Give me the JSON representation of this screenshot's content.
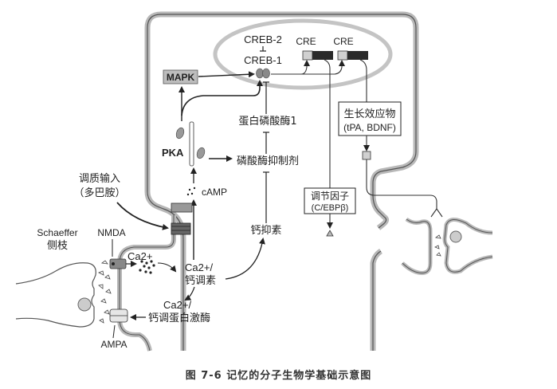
{
  "figure": {
    "caption": "图 7-6   记忆的分子生物学基础示意图"
  },
  "nucleus": {
    "creb2": "CREB-2",
    "creb1": "CREB-1",
    "cre_left": "CRE",
    "cre_right": "CRE"
  },
  "cytoplasm": {
    "mapk": "MAPK",
    "pka": "PKA",
    "camp": "cAMP",
    "pp1": "蛋白磷酸酶1",
    "phosphatase_inhibitor": "磷酸酶抑制剂",
    "calcineurin": "钙抑素",
    "ca_calmodulin_line1": "Ca2+/",
    "ca_calmodulin_line2": "钙调素",
    "camk_line1": "Ca2+/",
    "camk_line2": "钙调蛋白激酶",
    "ca_ion": "Ca2+"
  },
  "boxes": {
    "regulator_line1": "调节因子",
    "regulator_line2": "(C/EBPβ)",
    "growth_line1": "生长效应物",
    "growth_line2": "(tPA, BDNF)"
  },
  "synapse": {
    "modulatory_line1": "调质输入",
    "modulatory_line2": "（多巴胺）",
    "schaeffer_line1": "Schaeffer",
    "schaeffer_line2": "侧枝",
    "nmda": "NMDA",
    "ampa": "AMPA"
  },
  "colors": {
    "membrane": "#b8b8b8",
    "membrane_edge": "#555555",
    "dark_box": "#2a2a2a",
    "light_box": "#cfcfcf",
    "mapk_fill": "#bdbdbd",
    "creb_fill": "#8a8a8a"
  }
}
